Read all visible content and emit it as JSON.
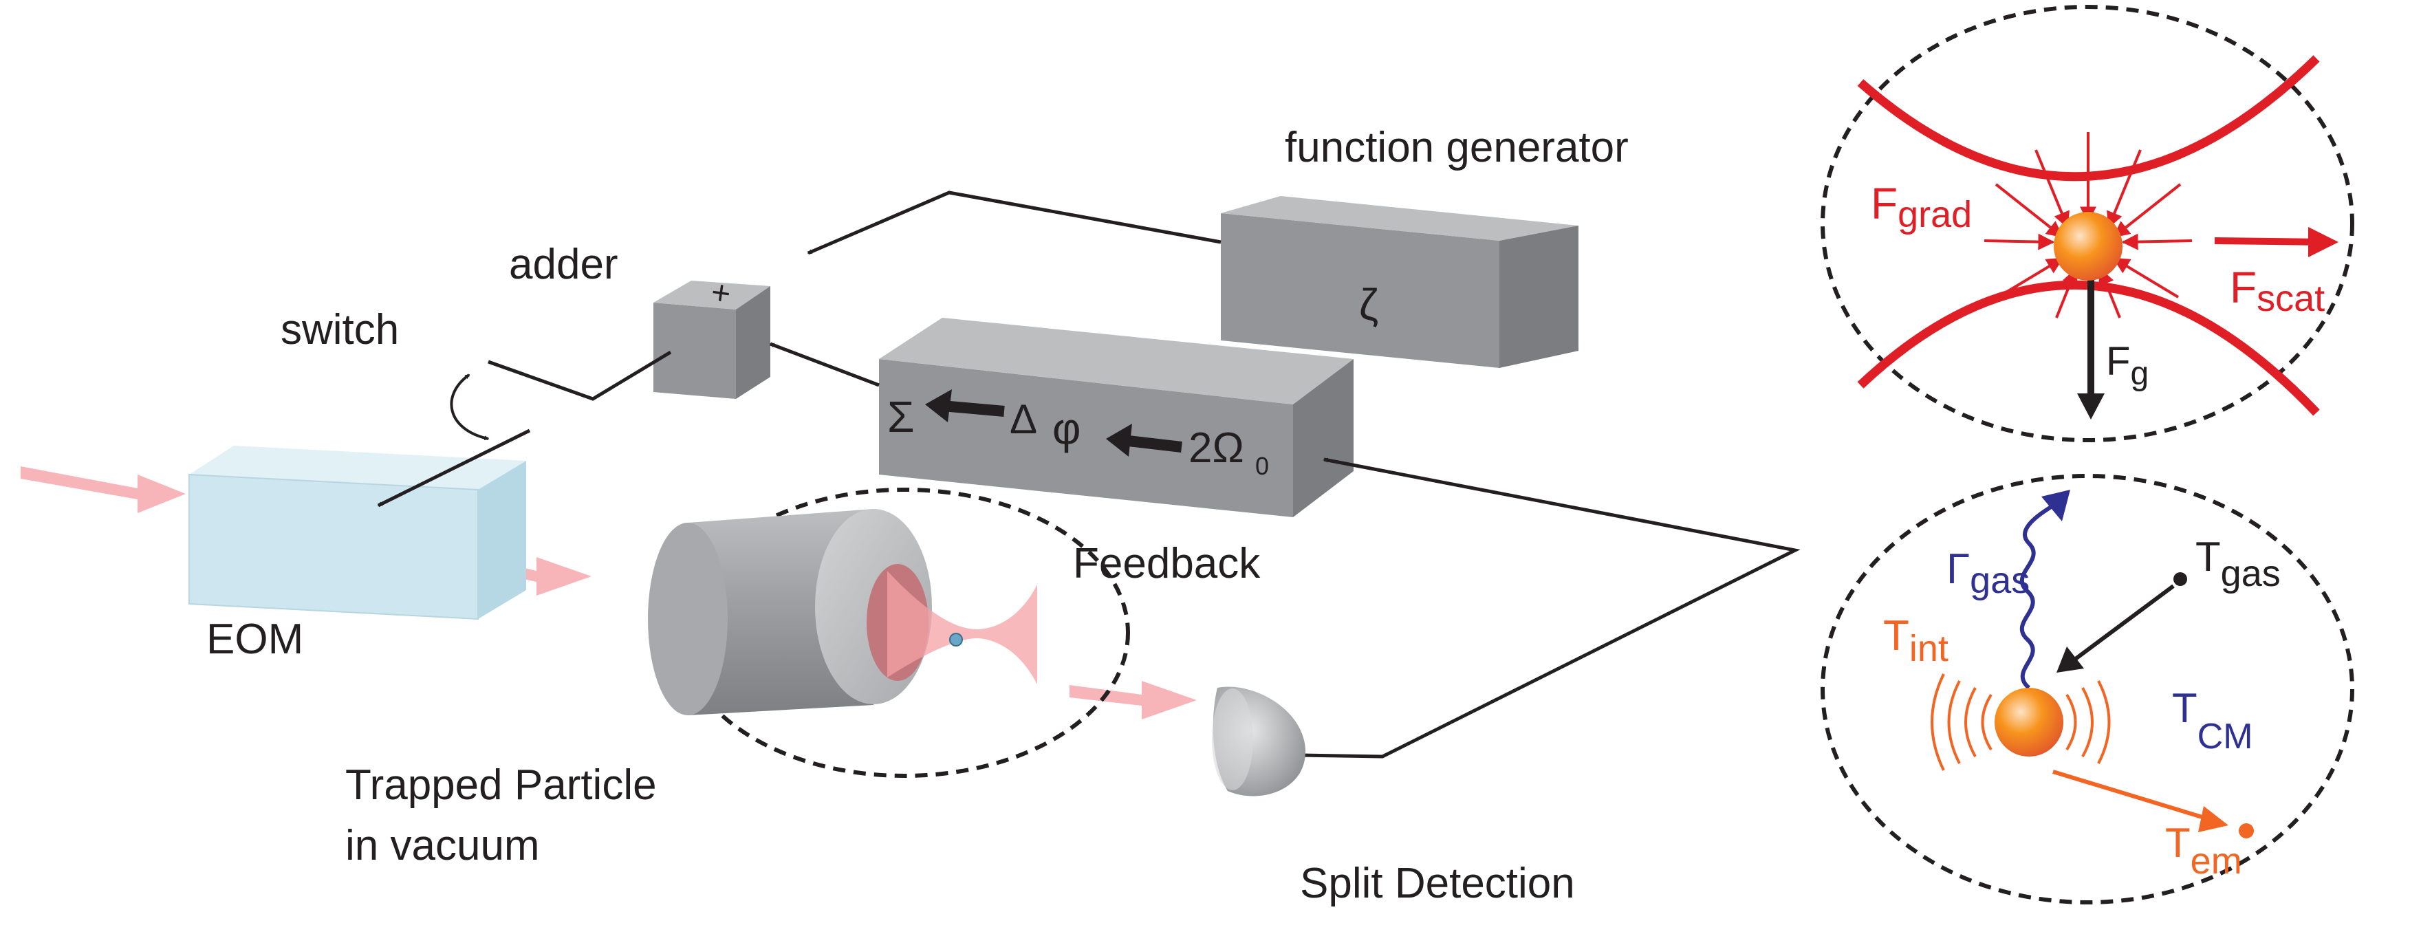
{
  "labels": {
    "function_generator": "function generator",
    "adder": "adder",
    "switch": "switch",
    "eom": "EOM",
    "feedback": "Feedback",
    "trapped_line1": "Trapped Particle",
    "trapped_line2": "in vacuum",
    "split_detection": "Split Detection"
  },
  "blocks": {
    "adder_symbol": "+",
    "function_generator_symbol": "ζ",
    "feedback_sigma": "Σ",
    "feedback_delta": "Δ",
    "feedback_phi": "φ",
    "feedback_two_omega": "2Ω",
    "feedback_two_omega_sub": "0"
  },
  "forces": {
    "f": "F",
    "grad_sub": "grad",
    "scat_sub": "scat",
    "g_sub": "g"
  },
  "temperatures": {
    "t": "T",
    "gamma": "Γ",
    "gas_sub": "gas",
    "int_sub": "int",
    "cm_sub": "CM",
    "em_sub": "em"
  },
  "colors": {
    "force_red": "#e01e26",
    "temp_orange": "#f26522",
    "temp_blue": "#2e3192",
    "block_gray": "#939598",
    "eom_blue": "#cde6ef",
    "beam_pink": "#f7b5b9"
  }
}
